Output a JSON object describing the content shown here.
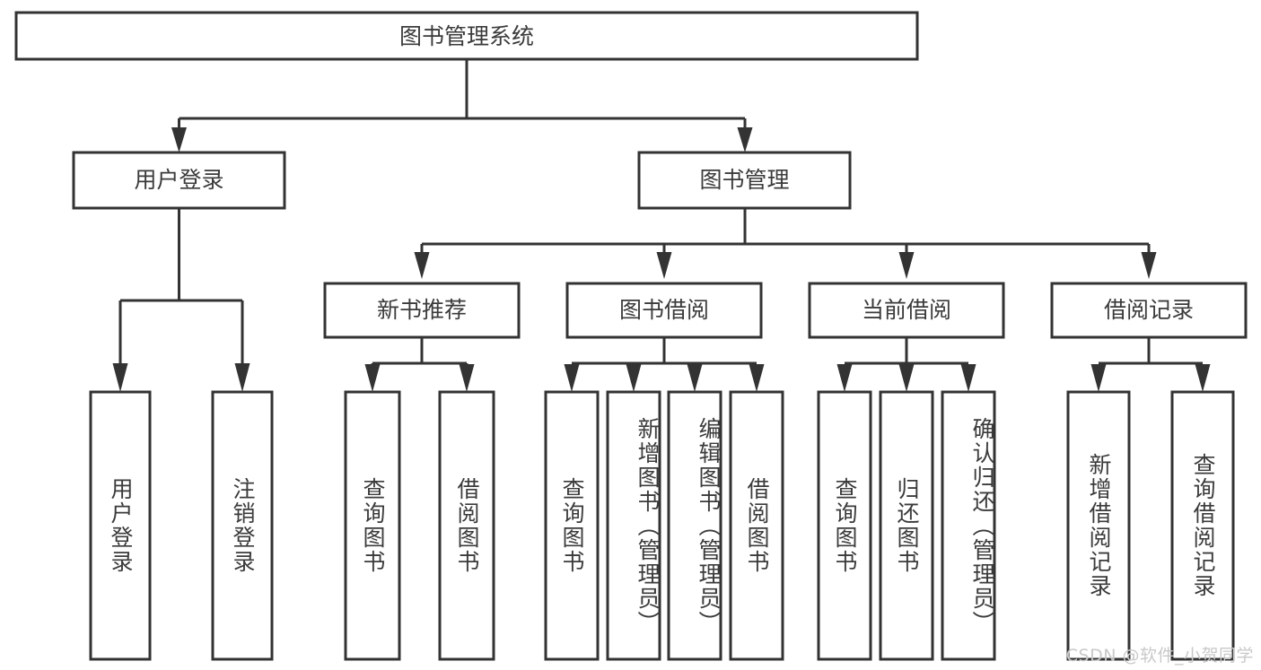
{
  "diagram": {
    "title": "图书管理系统",
    "type": "hierarchy-tree",
    "watermark": "CSDN @软件_小贺同学",
    "root": {
      "id": "root",
      "label": "图书管理系统",
      "orientation": "horizontal"
    },
    "level2": [
      {
        "id": "user-login",
        "label": "用户登录",
        "orientation": "horizontal"
      },
      {
        "id": "book-manage",
        "label": "图书管理",
        "orientation": "horizontal"
      }
    ],
    "level3": [
      {
        "id": "new-book-rec",
        "label": "新书推荐",
        "parent": "book-manage",
        "orientation": "horizontal"
      },
      {
        "id": "book-borrow",
        "label": "图书借阅",
        "parent": "book-manage",
        "orientation": "horizontal"
      },
      {
        "id": "current-borrow",
        "label": "当前借阅",
        "parent": "book-manage",
        "orientation": "horizontal"
      },
      {
        "id": "borrow-record",
        "label": "借阅记录",
        "parent": "book-manage",
        "orientation": "horizontal"
      }
    ],
    "leaves": [
      {
        "id": "leaf-user-login",
        "label": "用户登录",
        "parent": "user-login",
        "orientation": "vertical"
      },
      {
        "id": "leaf-logout",
        "label": "注销登录",
        "parent": "user-login",
        "orientation": "vertical"
      },
      {
        "id": "leaf-query-book-1",
        "label": "查询图书",
        "parent": "new-book-rec",
        "orientation": "vertical"
      },
      {
        "id": "leaf-borrow-book-1",
        "label": "借阅图书",
        "parent": "new-book-rec",
        "orientation": "vertical"
      },
      {
        "id": "leaf-query-book-2",
        "label": "查询图书",
        "parent": "book-borrow",
        "orientation": "vertical"
      },
      {
        "id": "leaf-add-book",
        "label": "新增图书（管理员）",
        "parent": "book-borrow",
        "orientation": "vertical"
      },
      {
        "id": "leaf-edit-book",
        "label": "编辑图书（管理员）",
        "parent": "book-borrow",
        "orientation": "vertical"
      },
      {
        "id": "leaf-borrow-book-2",
        "label": "借阅图书",
        "parent": "book-borrow",
        "orientation": "vertical"
      },
      {
        "id": "leaf-query-book-3",
        "label": "查询图书",
        "parent": "current-borrow",
        "orientation": "vertical"
      },
      {
        "id": "leaf-return-book",
        "label": "归还图书",
        "parent": "current-borrow",
        "orientation": "vertical"
      },
      {
        "id": "leaf-confirm-return",
        "label": "确认归还（管理员）",
        "parent": "current-borrow",
        "orientation": "vertical"
      },
      {
        "id": "leaf-add-record",
        "label": "新增借阅记录",
        "parent": "borrow-record",
        "orientation": "vertical"
      },
      {
        "id": "leaf-query-record",
        "label": "查询借阅记录",
        "parent": "borrow-record",
        "orientation": "vertical"
      }
    ],
    "colors": {
      "box_stroke": "#333333",
      "box_fill": "#ffffff",
      "text": "#3b3b3b",
      "connector": "#333333",
      "watermark": "#c9c9c9"
    }
  }
}
